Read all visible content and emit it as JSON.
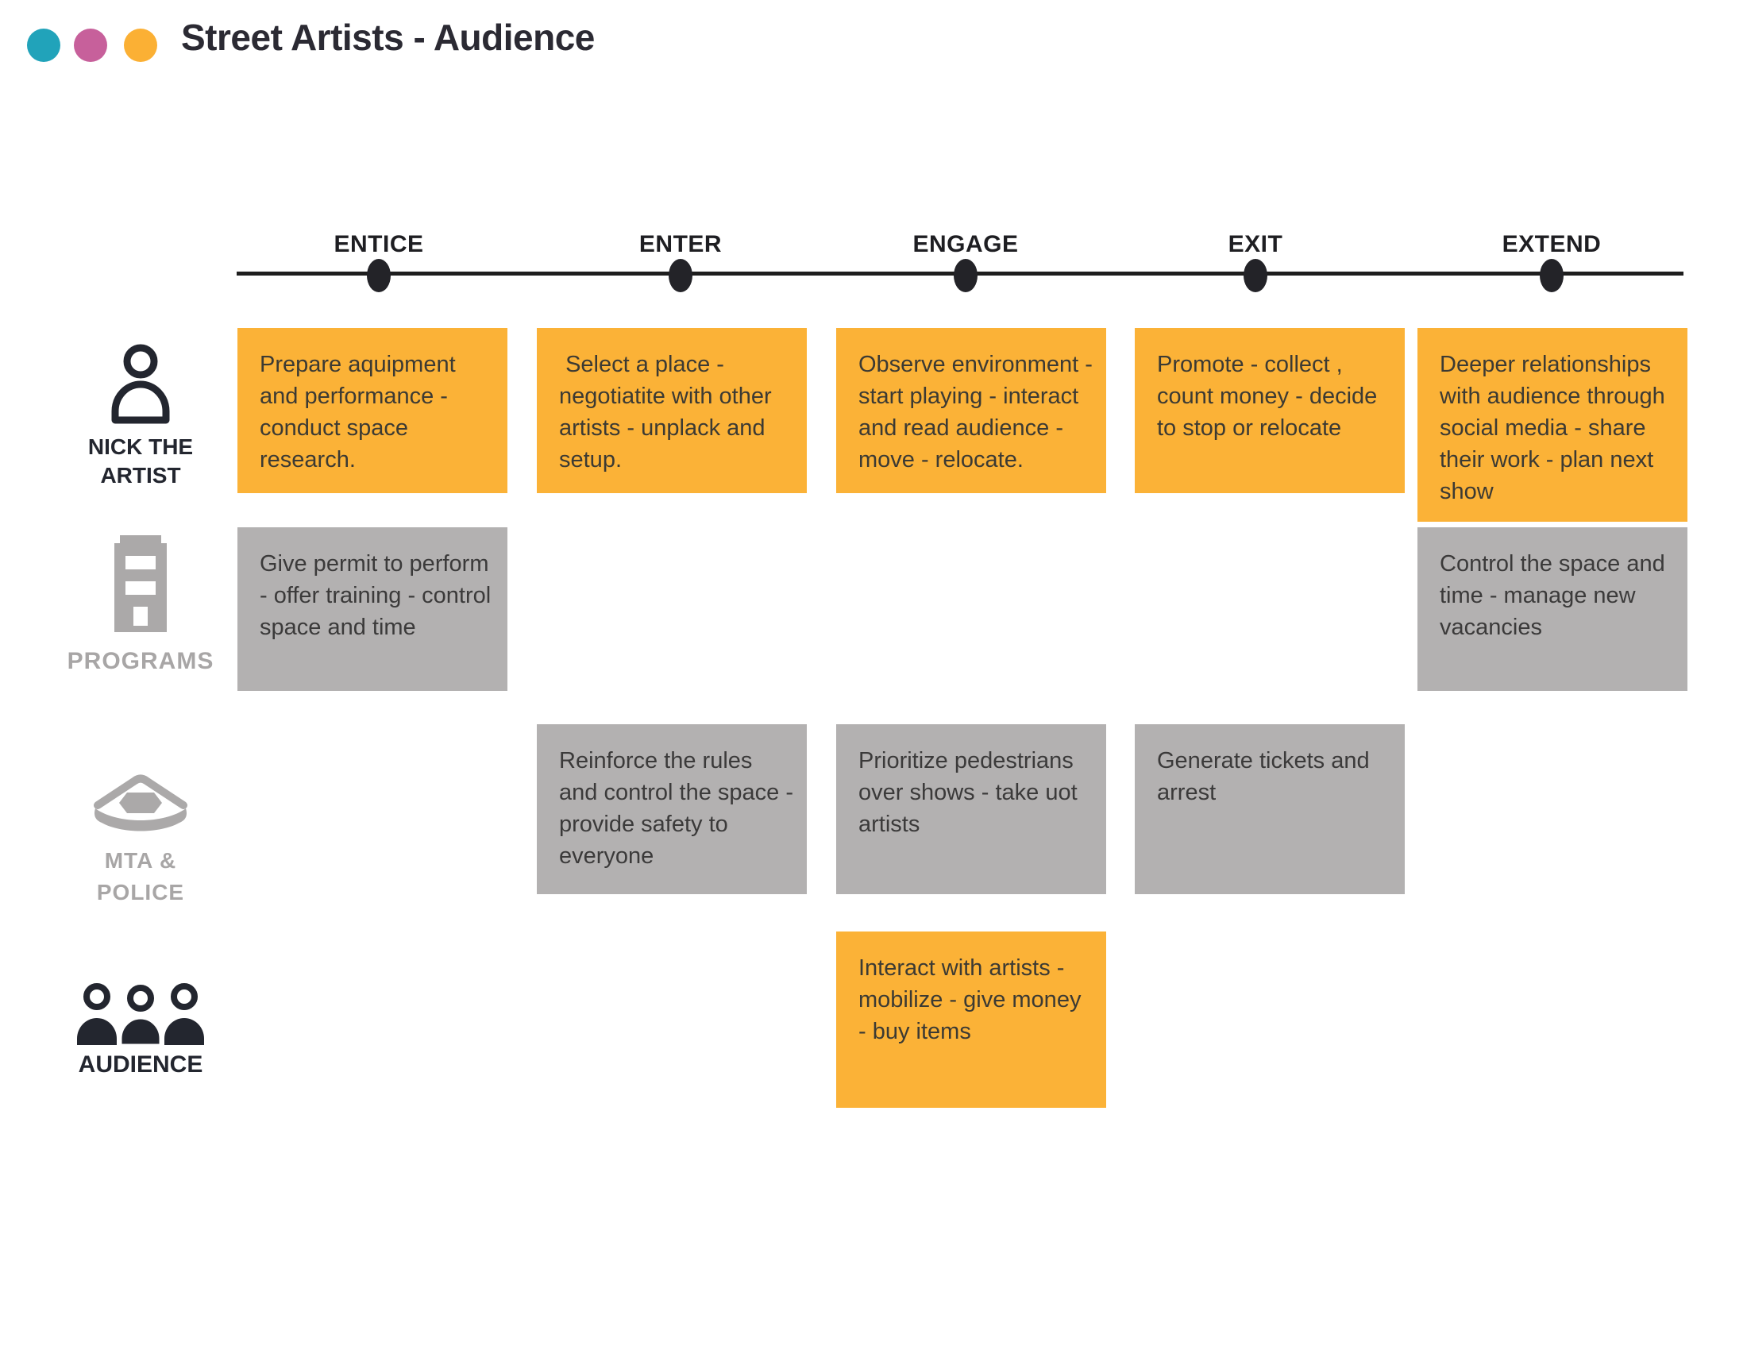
{
  "header": {
    "title": "Street Artists - Audience",
    "brand_dots": [
      {
        "name": "teal-dot",
        "color": "#21A3BA"
      },
      {
        "name": "pink-dot",
        "color": "#C7609B"
      },
      {
        "name": "yellow-dot",
        "color": "#FBB034"
      }
    ]
  },
  "timeline": {
    "stages": [
      {
        "label": "ENTICE"
      },
      {
        "label": "ENTER"
      },
      {
        "label": "ENGAGE"
      },
      {
        "label": "EXIT"
      },
      {
        "label": "EXTEND"
      }
    ]
  },
  "actors": [
    {
      "id": "nick-the-artist",
      "label_lines": [
        "NICK THE",
        "ARTIST"
      ],
      "icon": "person-icon",
      "tone": "dark"
    },
    {
      "id": "programs",
      "label_lines": [
        "PROGRAMS"
      ],
      "icon": "building-icon",
      "tone": "gray"
    },
    {
      "id": "mta-police",
      "label_lines": [
        "MTA &",
        "POLICE"
      ],
      "icon": "police-cap-icon",
      "tone": "gray"
    },
    {
      "id": "audience",
      "label_lines": [
        "AUDIENCE"
      ],
      "icon": "people-icon",
      "tone": "dark"
    }
  ],
  "cards": [
    {
      "actor": "nick-the-artist",
      "stage": "ENTICE",
      "tone": "orange",
      "text": "Prepare aquipment and performance - conduct space research."
    },
    {
      "actor": "nick-the-artist",
      "stage": "ENTER",
      "tone": "orange",
      "text": " Select a place - negotiatite with other artists - unplack and setup."
    },
    {
      "actor": "nick-the-artist",
      "stage": "ENGAGE",
      "tone": "orange",
      "text": "Observe environment - start playing - interact and read audience - move - relocate."
    },
    {
      "actor": "nick-the-artist",
      "stage": "EXIT",
      "tone": "orange",
      "text": "Promote - collect , count money - decide to stop or relocate"
    },
    {
      "actor": "nick-the-artist",
      "stage": "EXTEND",
      "tone": "orange",
      "text": "Deeper relationships with audience through social media - share their work - plan next show"
    },
    {
      "actor": "programs",
      "stage": "ENTICE",
      "tone": "gray",
      "text": "Give permit to perform - offer training - control space and time"
    },
    {
      "actor": "programs",
      "stage": "EXTEND",
      "tone": "gray",
      "text": "Control the space and time - manage new vacancies"
    },
    {
      "actor": "mta-police",
      "stage": "ENTER",
      "tone": "gray",
      "text": "Reinforce the rules and control the space - provide safety to everyone"
    },
    {
      "actor": "mta-police",
      "stage": "ENGAGE",
      "tone": "gray",
      "text": "Prioritize pedestrians over shows - take uot artists"
    },
    {
      "actor": "mta-police",
      "stage": "EXIT",
      "tone": "gray",
      "text": "Generate tickets and arrest"
    },
    {
      "actor": "audience",
      "stage": "ENGAGE",
      "tone": "orange",
      "text": "Interact with artists - mobilize - give money - buy items"
    }
  ],
  "colors": {
    "orange": "#FBB237",
    "gray": "#B3B1B1",
    "dark_icon": "#23262F",
    "gray_icon": "#ABA9A9",
    "timeline": "#1E1E1E"
  }
}
